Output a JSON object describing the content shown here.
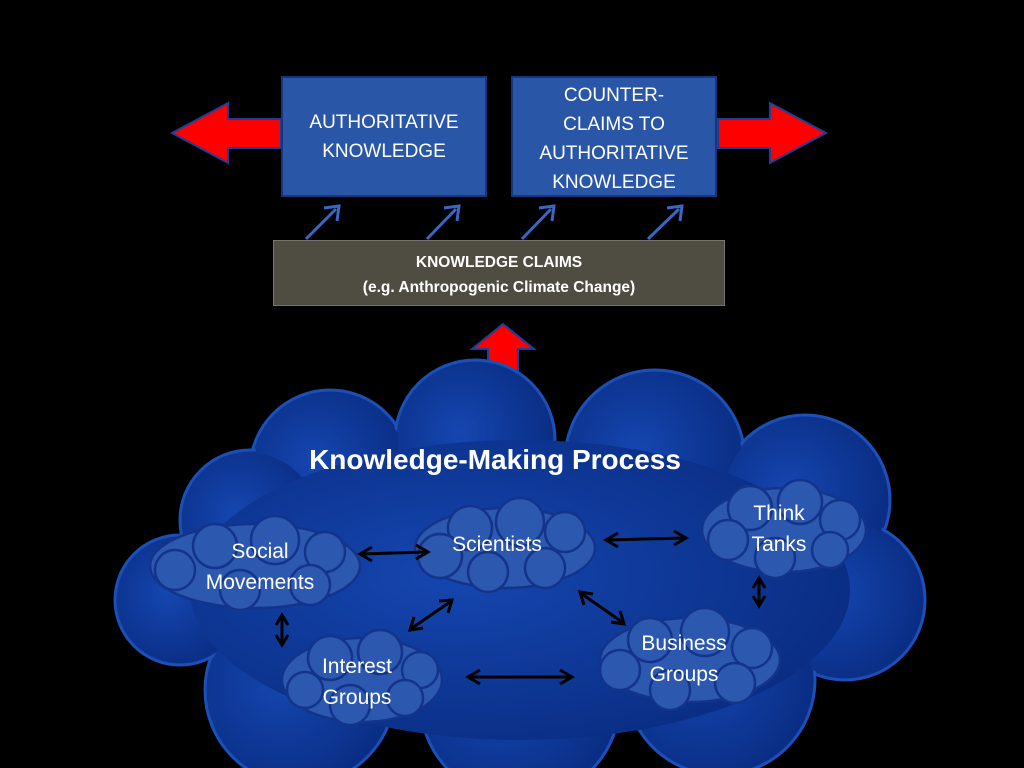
{
  "top": {
    "authoritative_box": {
      "line1": "AUTHORITATIVE",
      "line2": "KNOWLEDGE"
    },
    "counter_box": {
      "line1": "COUNTER-",
      "line2": "CLAIMS TO",
      "line3": "AUTHORITATIVE",
      "line4": "KNOWLEDGE"
    }
  },
  "claims_box": {
    "title": "KNOWLEDGE CLAIMS",
    "example": "(e.g. Anthropogenic Climate Change)"
  },
  "process": {
    "title": "Knowledge-Making Process",
    "nodes": {
      "scientists": "Scientists",
      "think_tanks_1": "Think",
      "think_tanks_2": "Tanks",
      "social_1": "Social",
      "social_2": "Movements",
      "interest_1": "Interest",
      "interest_2": "Groups",
      "business_1": "Business",
      "business_2": "Groups"
    }
  },
  "colors": {
    "background": "#000000",
    "box_fill": "#2a56a8",
    "claims_fill": "#4f4d41",
    "red_arrow": "#ff0000",
    "cloud_fill": "#0e3a9a",
    "small_cloud_fill": "#2c58b0"
  }
}
